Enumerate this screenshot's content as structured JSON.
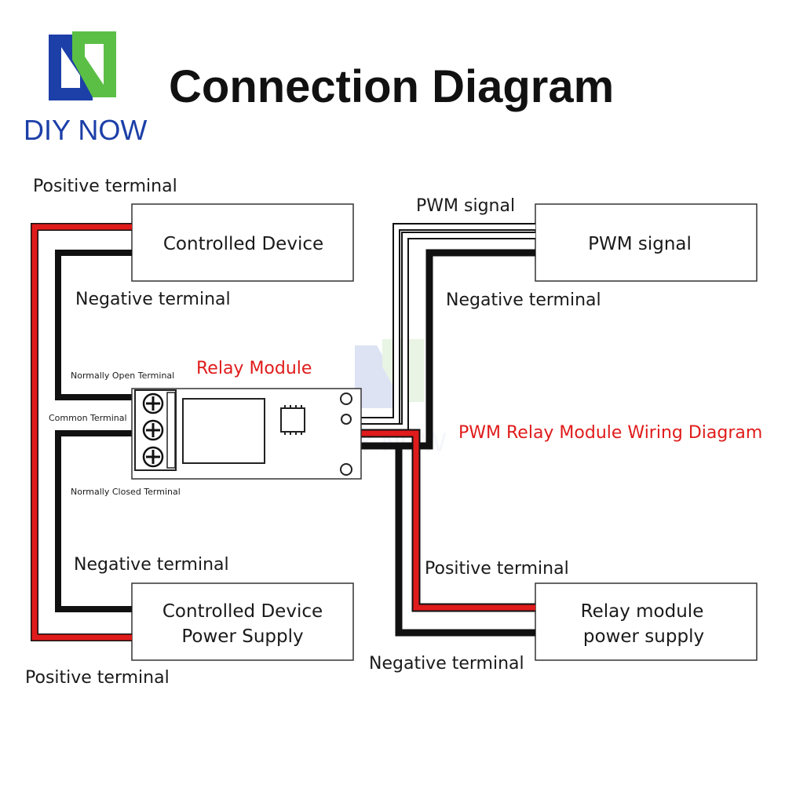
{
  "header": {
    "title": "Connection Diagram",
    "brand": "DIY NOW",
    "watermark": "DIY NOW"
  },
  "colors": {
    "positive_wire": "#e01b1b",
    "negative_wire": "#111111",
    "signal_wire": "#ffffff",
    "brand_blue": "#1c3fa8",
    "brand_green": "#5bbf45",
    "caption_red": "#e01b1b"
  },
  "boxes": {
    "controlled_device": "Controlled Device",
    "pwm_signal": "PWM signal",
    "controlled_device_power_supply": [
      "Controlled Device",
      "Power Supply"
    ],
    "relay_module_power_supply": [
      "Relay module",
      "power supply"
    ]
  },
  "labels": {
    "positive_terminal_top": "Positive terminal",
    "negative_terminal_top": "Negative terminal",
    "pwm_signal_wire": "PWM signal",
    "negative_terminal_pwm": "Negative terminal",
    "relay_module": "Relay Module",
    "normally_open": "Normally Open Terminal",
    "common": "Common Terminal",
    "normally_closed": "Normally Closed Terminal",
    "negative_terminal_supply": "Negative terminal",
    "positive_terminal_supply": "Positive terminal",
    "positive_terminal_relay_psu": "Positive terminal",
    "negative_terminal_relay_psu": "Negative terminal",
    "wiring_caption": "PWM Relay Module Wiring Diagram"
  }
}
